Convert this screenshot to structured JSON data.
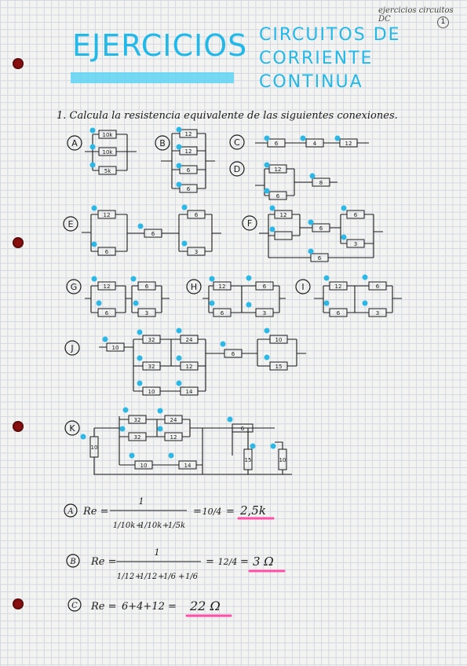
{
  "header": {
    "corner_note": "ejercicios circuitos DC",
    "page_number": "1",
    "title": "EJERCICIOS",
    "subtitle_lines": [
      "CIRCUITOS DE",
      "CORRIENTE",
      "CONTINUA"
    ]
  },
  "exercise": {
    "statement": "1. Calcula la resistencia equivalente de las siguientes conexiones."
  },
  "circuits": {
    "A": {
      "label": "A",
      "resistors": [
        "10k",
        "10k",
        "5k"
      ]
    },
    "B": {
      "label": "B",
      "resistors": [
        "12",
        "12",
        "6",
        "6"
      ]
    },
    "C": {
      "label": "C",
      "resistors": [
        "6",
        "4",
        "12"
      ]
    },
    "D": {
      "label": "D",
      "resistors": [
        "12",
        "6",
        "8"
      ]
    },
    "E": {
      "label": "E",
      "resistors": [
        "12",
        "6",
        "6",
        "6",
        "3"
      ]
    },
    "F": {
      "label": "F",
      "resistors": [
        "12",
        "6",
        "6",
        "3",
        "6"
      ]
    },
    "G": {
      "label": "G",
      "resistors": [
        "12",
        "6",
        "6",
        "3"
      ]
    },
    "H": {
      "label": "H",
      "resistors": [
        "12",
        "6",
        "6",
        "3"
      ]
    },
    "I": {
      "label": "I",
      "resistors": [
        "12",
        "6",
        "6",
        "3"
      ]
    },
    "J": {
      "label": "J",
      "resistors": [
        "10",
        "32",
        "24",
        "32",
        "12",
        "10",
        "14",
        "6",
        "10",
        "15"
      ]
    },
    "K": {
      "label": "K",
      "resistors": [
        "10",
        "32",
        "24",
        "32",
        "12",
        "10",
        "14",
        "6",
        "15",
        "10"
      ]
    }
  },
  "solutions": {
    "A": {
      "label": "A",
      "lhs": "Re =",
      "numerator": "1",
      "terms": [
        "1/10k",
        "1/10k",
        "1/5k"
      ],
      "step": "10/4",
      "result": "2,5k"
    },
    "B": {
      "label": "B",
      "lhs": "Re =",
      "numerator": "1",
      "terms": [
        "1/12",
        "1/12",
        "1/6",
        "1/6"
      ],
      "step": "12/4",
      "result": "3 Ω"
    },
    "C": {
      "label": "C",
      "lhs": "Re =",
      "expression": "6+4+12 =",
      "result": "22 Ω"
    }
  },
  "colors": {
    "title": "#22b8e8",
    "highlight": "#5ed4f5",
    "result_underline": "#ff4fa8",
    "node_dot": "#2bb8e6"
  }
}
